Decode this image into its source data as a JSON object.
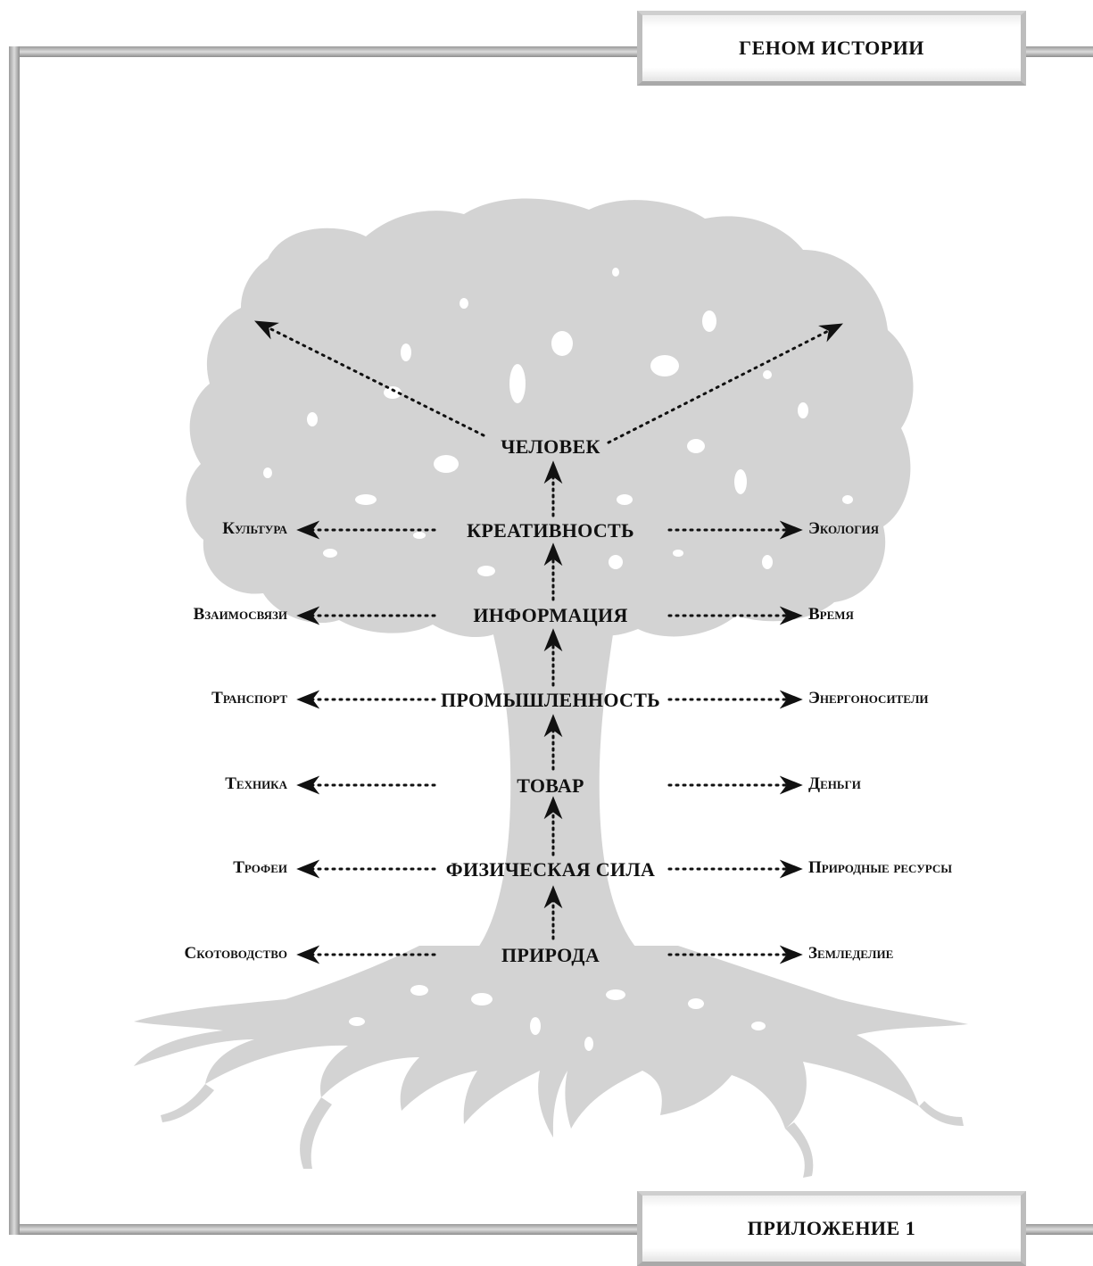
{
  "header": {
    "title": "ГЕНОМ ИСТОРИИ"
  },
  "footer": {
    "label": "ПРИЛОЖЕНИЕ 1"
  },
  "tree": {
    "top": "ЧЕЛОВЕК",
    "levels": [
      {
        "center": "КРЕАТИВНОСТЬ",
        "left": "Культура",
        "right": "Экология"
      },
      {
        "center": "ИНФОРМАЦИЯ",
        "left": "Взаимосвязи",
        "right": "Время"
      },
      {
        "center": "ПРОМЫШЛЕННОСТЬ",
        "left": "Транспорт",
        "right": "Энергоносители"
      },
      {
        "center": "ТОВАР",
        "left": "Техника",
        "right": "Деньги"
      },
      {
        "center": "ФИЗИЧЕСКАЯ СИЛА",
        "left": "Трофеи",
        "right": "Природные ресурсы"
      },
      {
        "center": "ПРИРОДА",
        "left": "Скотоводство",
        "right": "Земледелие"
      }
    ]
  },
  "colors": {
    "tree": "#d3d3d3",
    "frame": "#b0b0b0",
    "ink": "#111111"
  }
}
